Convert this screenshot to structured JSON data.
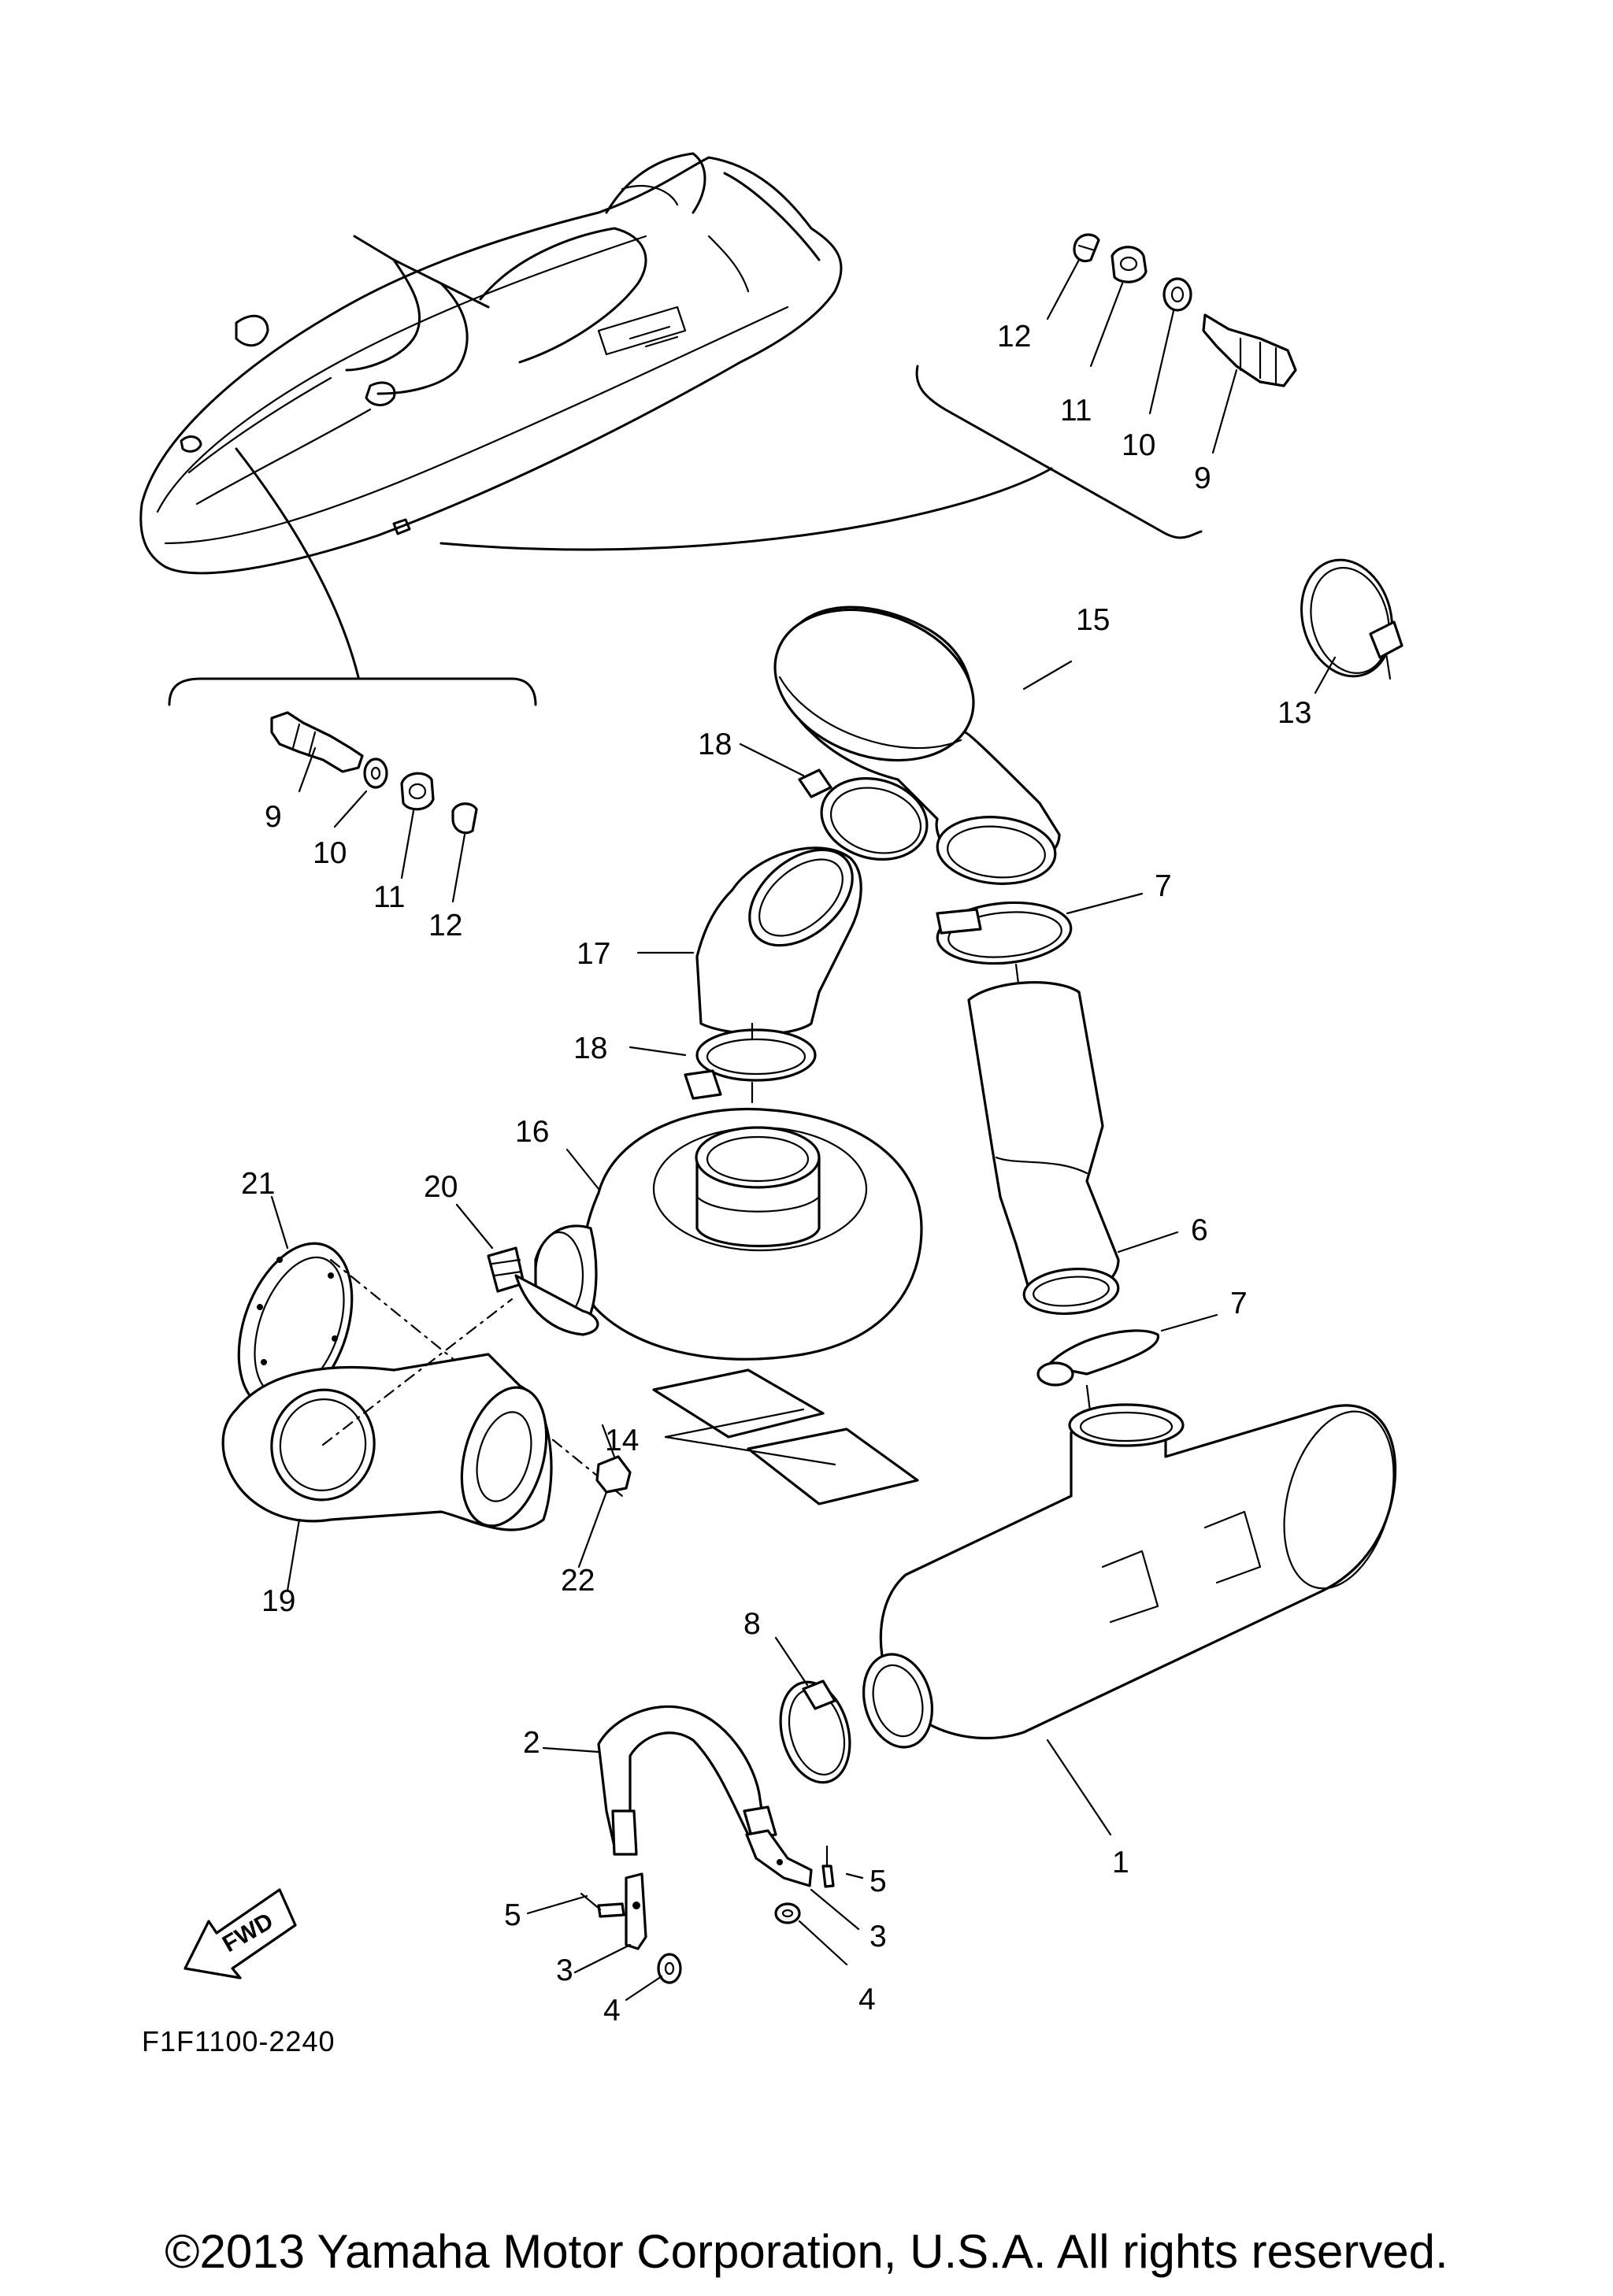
{
  "labels": {
    "p1": "1",
    "p2": "2",
    "p3_left": "3",
    "p3_right": "3",
    "p4_left": "4",
    "p4_right": "4",
    "p5_left": "5",
    "p5_right": "5",
    "p6": "6",
    "p7_top": "7",
    "p7_bottom": "7",
    "p8": "8",
    "p9_top": "9",
    "p9_left": "9",
    "p10_top": "10",
    "p10_left": "10",
    "p11_top": "11",
    "p11_left": "11",
    "p12_top": "12",
    "p12_left": "12",
    "p13": "13",
    "p14": "14",
    "p15": "15",
    "p16": "16",
    "p17": "17",
    "p18_top": "18",
    "p18_mid": "18",
    "p19": "19",
    "p20": "20",
    "p21": "21",
    "p22": "22"
  },
  "fwd_badge": "FWD",
  "figure_code": "F1F1100-2240",
  "copyright": "©2013 Yamaha Motor Corporation, U.S.A. All rights reserved."
}
